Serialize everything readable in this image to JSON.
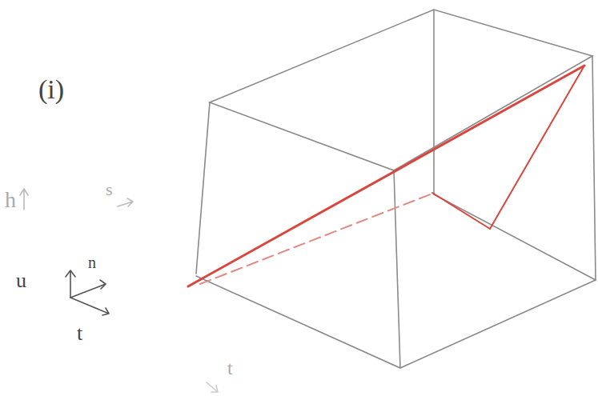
{
  "diagram": {
    "labels": [
      "(i)",
      "h",
      "s",
      "u",
      "n",
      "t",
      "t"
    ]
  }
}
